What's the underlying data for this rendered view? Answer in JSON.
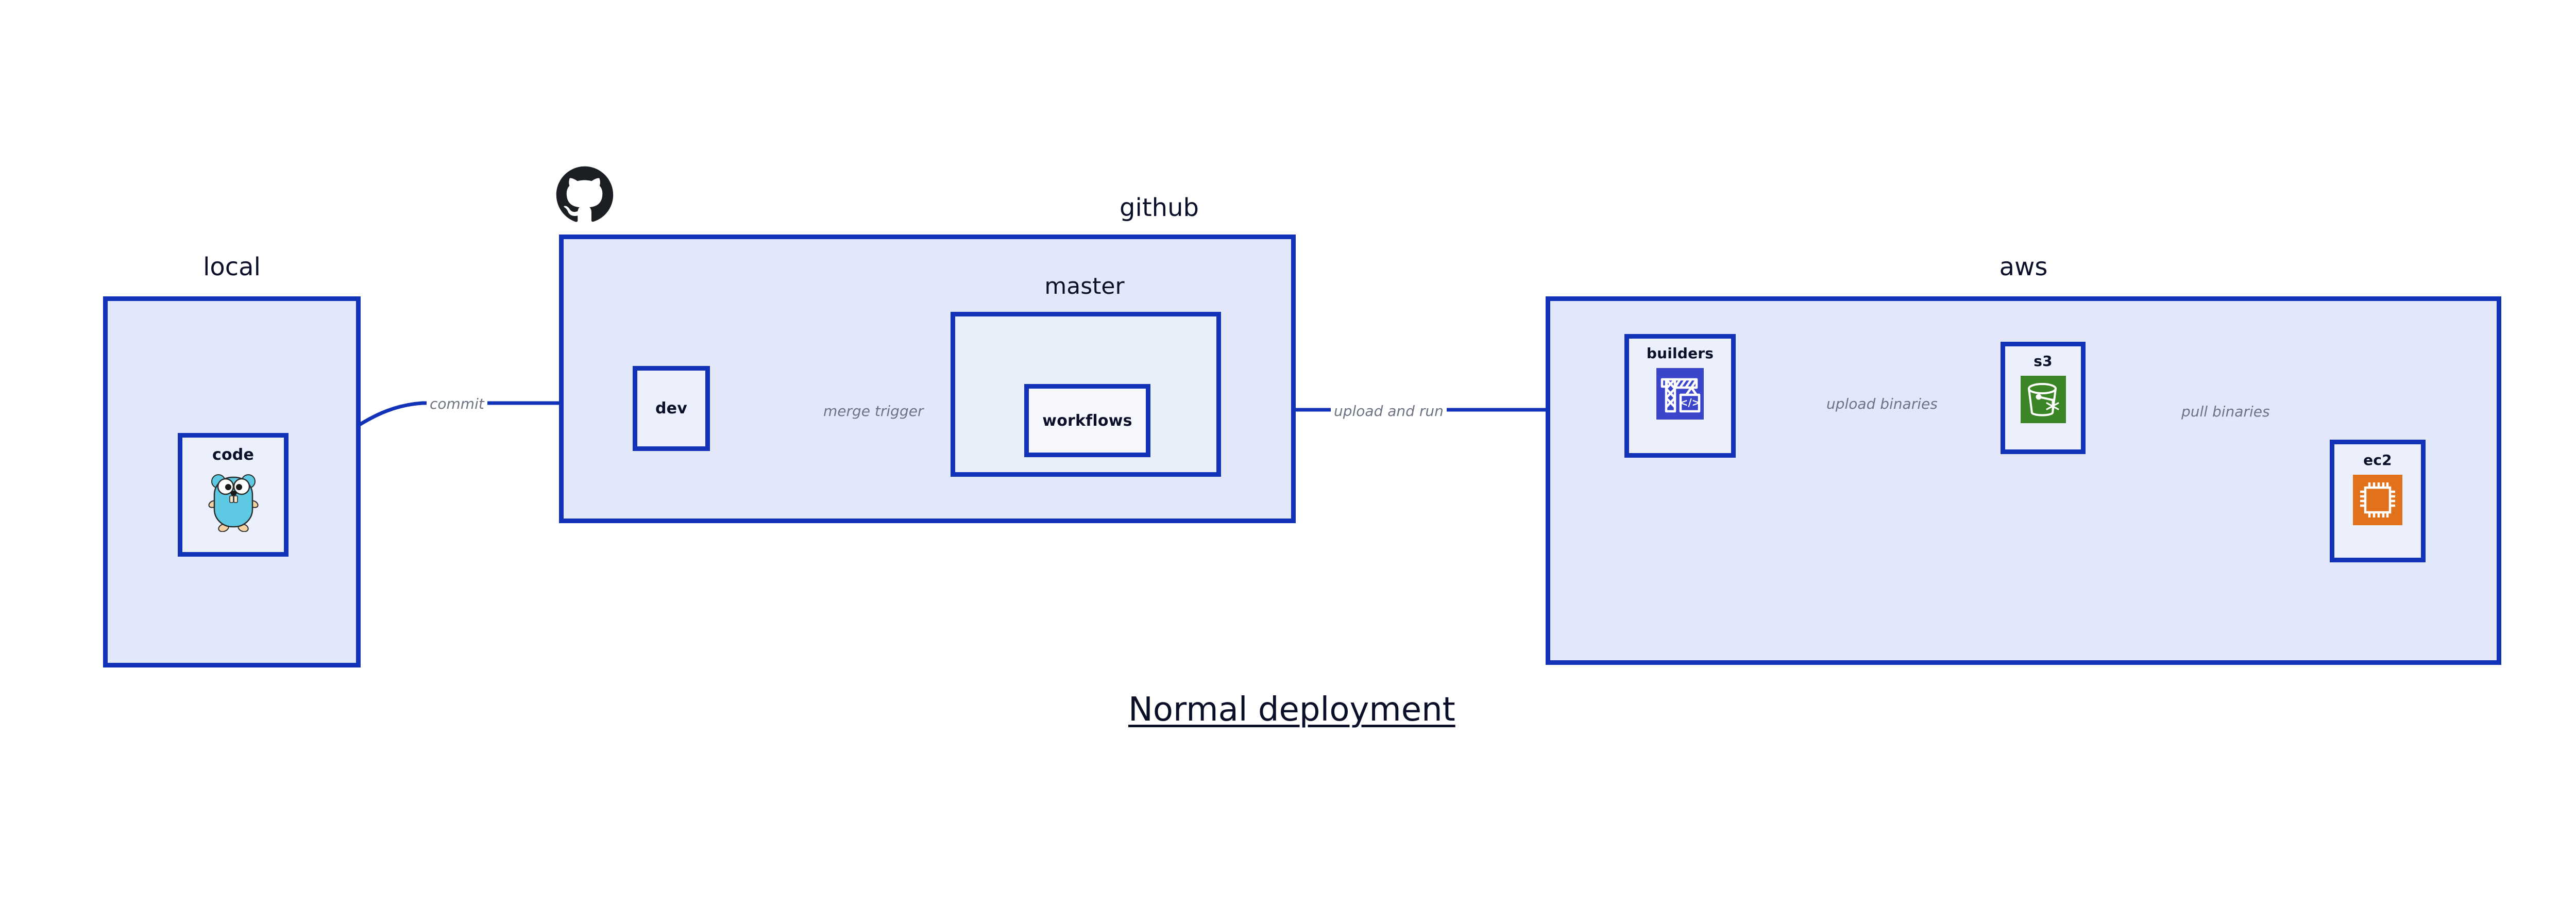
{
  "diagram": {
    "caption": "Normal deployment",
    "colors": {
      "border_blue": "#1233B8",
      "cluster_fill": "#E2E7FA",
      "subcluster_fill": "#E9EEFB",
      "node_fill": "#EBF0FC",
      "node_fill_white": "#F6F8FE",
      "edge_blue": "#1233B8",
      "edge_label_gray": "#6E7384",
      "text_navy": "#0B1028",
      "codebuild_blue": "#3B45CC",
      "s3_green": "#3C8527",
      "ec2_orange": "#E2711B",
      "gopher_cyan": "#5DC9E2",
      "gopher_tan": "#F6D2A2",
      "github_black": "#1B1F23"
    },
    "clusters": [
      {
        "id": "local",
        "title": "local",
        "nodes": [
          {
            "id": "code",
            "label": "code",
            "icon": "go-gopher-icon"
          }
        ]
      },
      {
        "id": "github",
        "title": "github",
        "icon": "github-octocat-icon",
        "nodes": [
          {
            "id": "dev",
            "label": "dev",
            "icon": null
          }
        ],
        "subclusters": [
          {
            "id": "master",
            "title": "master",
            "nodes": [
              {
                "id": "workflows",
                "label": "workflows",
                "icon": null
              }
            ]
          }
        ]
      },
      {
        "id": "aws",
        "title": "aws",
        "nodes": [
          {
            "id": "builders",
            "label": "builders",
            "icon": "aws-codebuild-icon"
          },
          {
            "id": "s3",
            "label": "s3",
            "icon": "aws-s3-bucket-icon"
          },
          {
            "id": "ec2",
            "label": "ec2",
            "icon": "aws-ec2-chip-icon"
          }
        ]
      }
    ],
    "edges": [
      {
        "id": "commit",
        "label": "commit",
        "from": "code",
        "to": "dev"
      },
      {
        "id": "merge-trigger",
        "label": "merge trigger",
        "from": "dev",
        "to": "workflows"
      },
      {
        "id": "upload-and-run",
        "label": "upload and run",
        "from": "workflows",
        "to": "builders"
      },
      {
        "id": "upload-binaries",
        "label": "upload binaries",
        "from": "builders",
        "to": "s3"
      },
      {
        "id": "pull-binaries",
        "label": "pull binaries",
        "from": "s3",
        "to": "ec2"
      }
    ]
  }
}
